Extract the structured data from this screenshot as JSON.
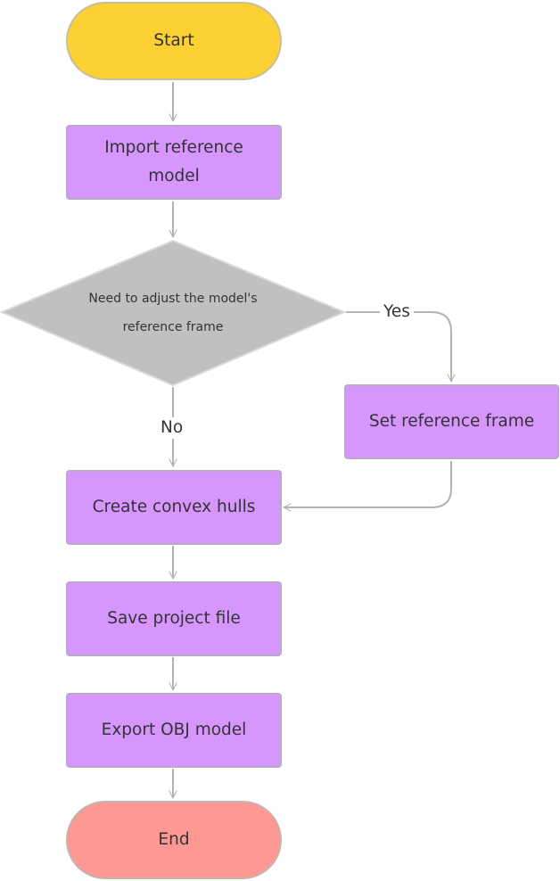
{
  "nodes": {
    "start": "Start",
    "import": "Import reference model",
    "decision": "Need to adjust the model's reference frame",
    "set_frame": "Set reference frame",
    "hulls": "Create convex hulls",
    "save": "Save project file",
    "export": "Export OBJ model",
    "end": "End"
  },
  "edges": {
    "yes": "Yes",
    "no": "No"
  },
  "colors": {
    "start_fill": "#fdd034",
    "end_fill": "#fe9893",
    "process_fill": "#d696fe",
    "decision_fill": "#c0c0c0",
    "connector": "#b3b3b3"
  }
}
